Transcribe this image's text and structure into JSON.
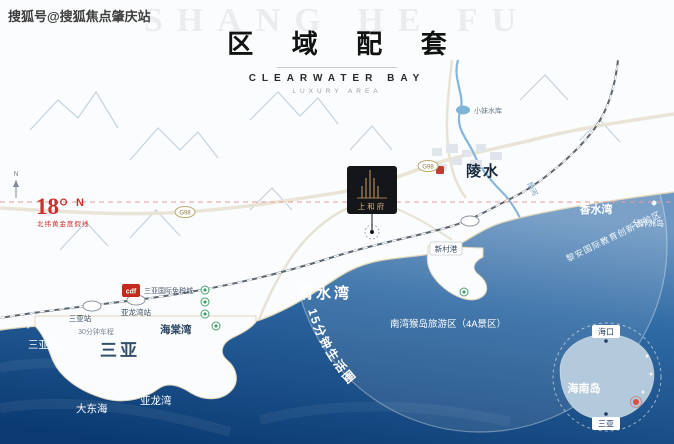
{
  "watermark": "搜狐号@搜狐焦点肇庆站",
  "header": {
    "bg_text": "SHANG HE FU",
    "title": "区 域 配 套",
    "brand": "CLEARWATER BAY",
    "tagline": "LUXURY AREA"
  },
  "latitude": {
    "big": "18°",
    "n": "N",
    "sub": "北纬黄金度假线"
  },
  "compass_n": "N",
  "icons": {
    "plane": "✈"
  },
  "project": {
    "name": "上和府"
  },
  "map_labels": {
    "lingshui": "陵水",
    "reservoir": "小妹水库",
    "river": "陵河",
    "qingshuiwan": "清水湾",
    "xiangshuiwan": "香水湾",
    "fenjiezhou": "分界洲岛",
    "lian_zone": "黎安国际教育创新试验区",
    "life_circle": "15分钟生活圈",
    "monkey_island": "南湾猴岛旅游区（4A景区）",
    "xincun_port": "新村港",
    "sanya": "三亚",
    "sanya_bay": "三亚湾",
    "dadonghai": "大东海",
    "yalong_bay": "亚龙湾",
    "haitang_bay": "海棠湾",
    "sanya_station": "三亚站",
    "yalong_station": "亚龙湾站",
    "drive_time": "30分钟车程",
    "cdf": "cdf",
    "duty_free": "三亚国际免税城",
    "g98": "G98"
  },
  "inset": {
    "haikou": "海口",
    "sanya": "三亚",
    "island": "海南岛"
  },
  "colors": {
    "sea_deep": "#0b3a72",
    "sea_light": "#6c97c2",
    "accent_red": "#cc2f2f",
    "gold": "#c9a063"
  }
}
